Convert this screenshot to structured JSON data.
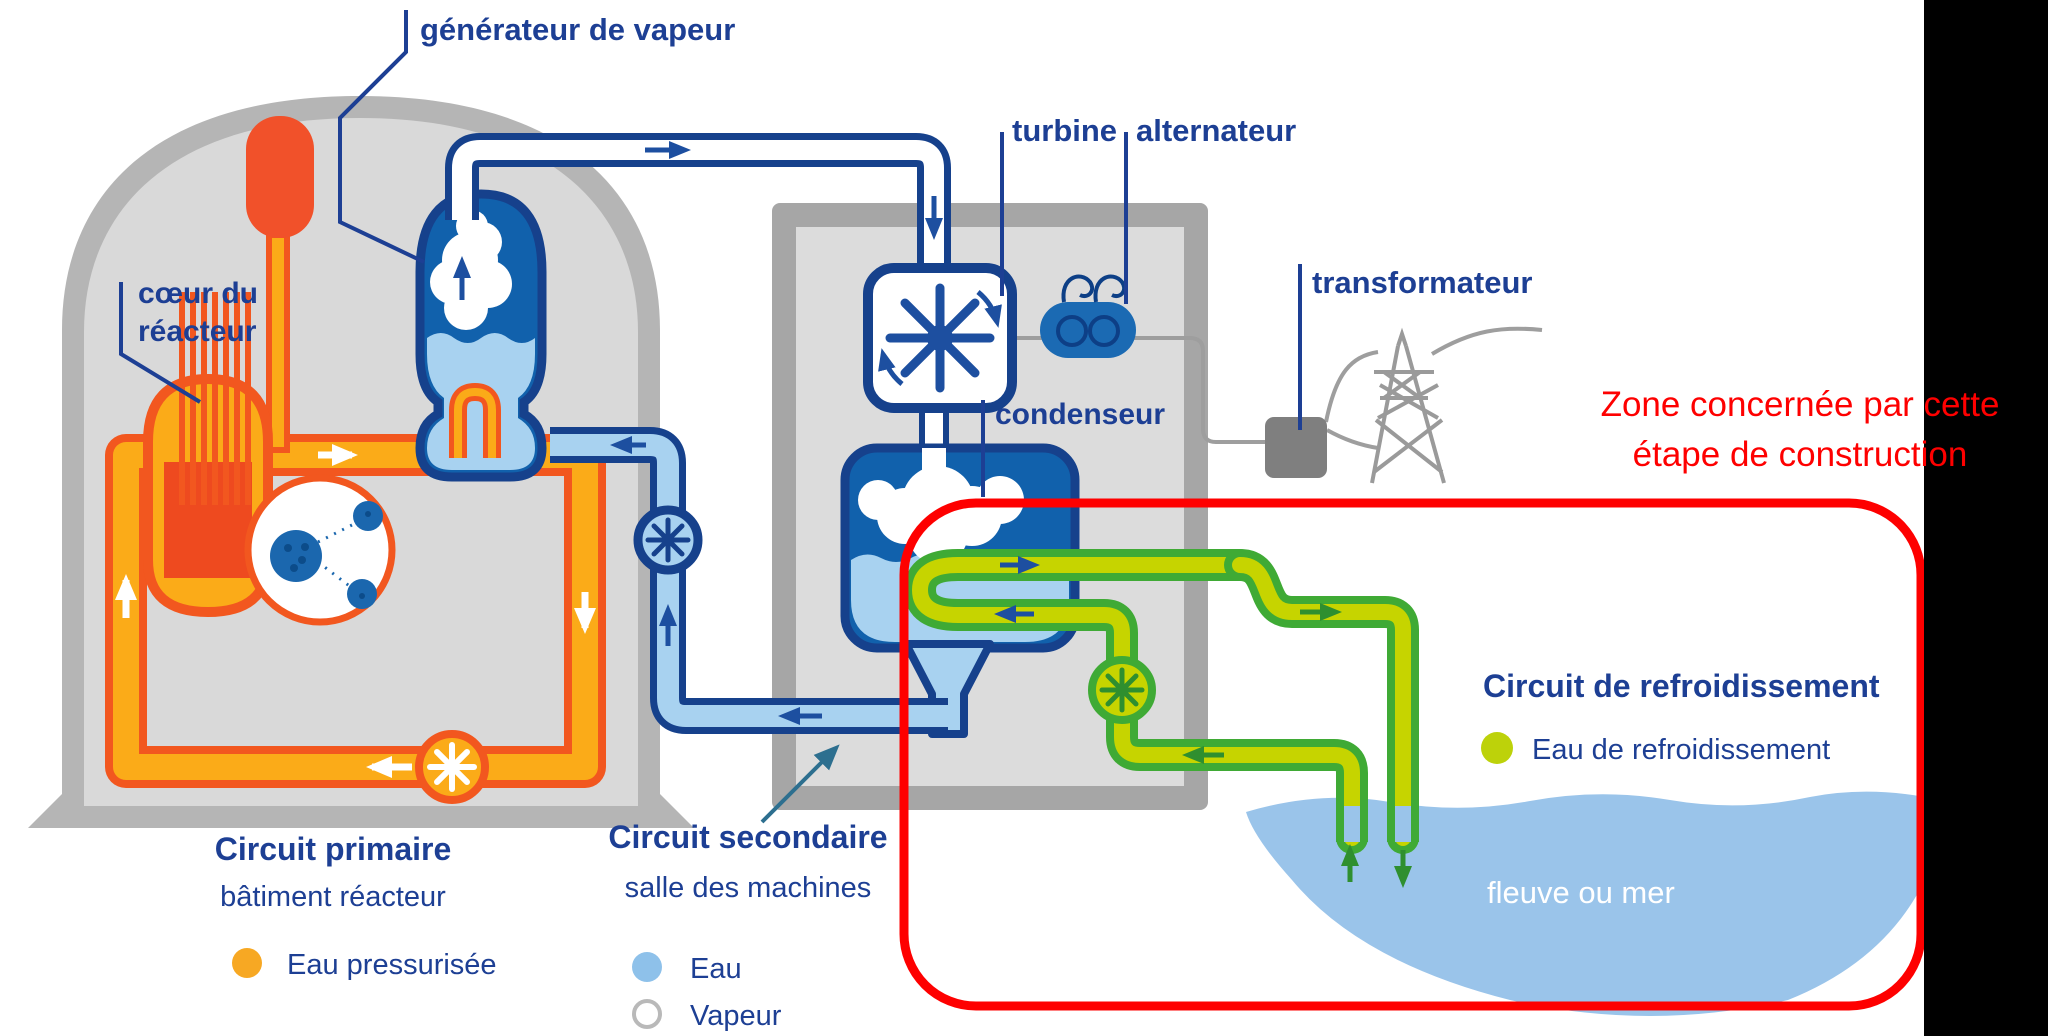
{
  "labels": {
    "steam_generator": "générateur de vapeur",
    "turbine": "turbine",
    "alternator": "alternateur",
    "transformer": "transformateur",
    "condenser": "condenseur",
    "core_line1": "cœur du",
    "core_line2": "réacteur"
  },
  "annotation": {
    "line1": "Zone concernée par cette",
    "line2": "étape de construction"
  },
  "legend_primary": {
    "title": "Circuit primaire",
    "subtitle": "bâtiment réacteur",
    "item1": "Eau pressurisée"
  },
  "legend_secondary": {
    "title": "Circuit secondaire",
    "subtitle": "salle des machines",
    "item1": "Eau",
    "item2": "Vapeur"
  },
  "legend_cooling": {
    "title": "Circuit de refroidissement",
    "item1": "Eau de refroidissement"
  },
  "water": {
    "label": "fleuve ou mer"
  },
  "colors": {
    "navy_text": "#1d3f94",
    "red_accent": "#fe0000",
    "primary_orange": "#f7a823",
    "water_blue": "#8ec1ea",
    "vapor_white": "#ffffff",
    "cooling_green": "#bdd20a"
  }
}
